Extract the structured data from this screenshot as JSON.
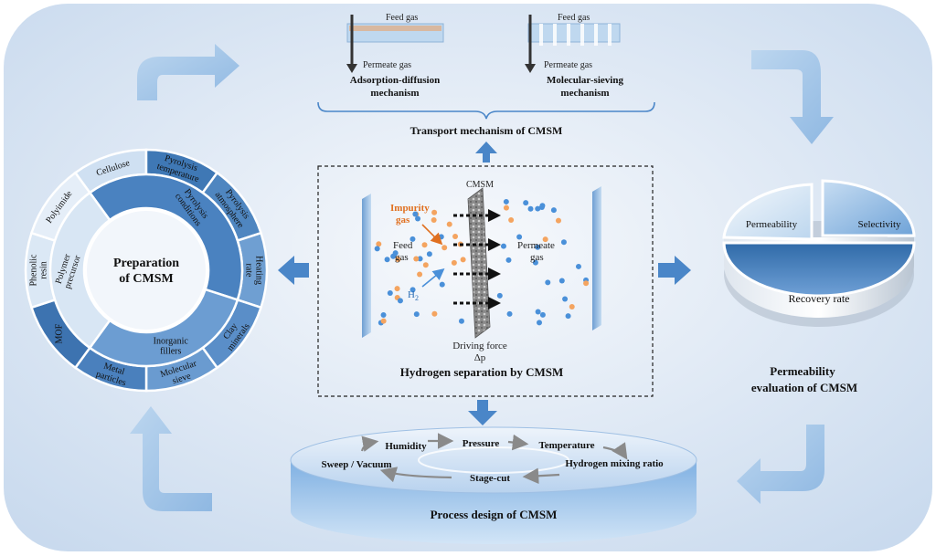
{
  "center": {
    "title": "Hydrogen separation by CMSM",
    "membrane_label": "CMSM",
    "impurity_label": [
      "Impurity",
      "gas"
    ],
    "feed_label": [
      "Feed",
      "gas"
    ],
    "permeate_label": [
      "Permeate",
      "gas"
    ],
    "h2_label": "H",
    "h2_sub": "2",
    "driving_label": "Driving force",
    "delta_p": "Δp"
  },
  "transport": {
    "title": "Transport mechanism of CMSM",
    "left": {
      "feed": "Feed gas",
      "permeate": "Permeate gas",
      "name": [
        "Adsorption-diffusion",
        "mechanism"
      ]
    },
    "right": {
      "feed": "Feed gas",
      "permeate": "Permeate gas",
      "name": [
        "Molecular-sieving",
        "mechanism"
      ]
    }
  },
  "preparation": {
    "center": [
      "Preparation",
      "of CMSM"
    ],
    "middle": {
      "polymer": [
        "Polymer",
        "precursor"
      ],
      "pyrolysis": [
        "Pyrolysis",
        "conditions"
      ],
      "fillers": [
        "Inorganic",
        "fillers"
      ]
    },
    "outer": [
      {
        "lines": [
          "Cellulose"
        ]
      },
      {
        "lines": [
          "Pyrolysis",
          "temperature"
        ]
      },
      {
        "lines": [
          "Pyrolysis",
          "atmosphere"
        ]
      },
      {
        "lines": [
          "Heating",
          "rate"
        ]
      },
      {
        "lines": [
          "Clay",
          "minerals"
        ]
      },
      {
        "lines": [
          "Molecular",
          "sieve"
        ]
      },
      {
        "lines": [
          "Metal",
          "particles"
        ]
      },
      {
        "lines": [
          "MOF"
        ]
      },
      {
        "lines": [
          "Phenolic",
          "resin"
        ]
      },
      {
        "lines": [
          "Polyimide"
        ]
      }
    ]
  },
  "evaluation": {
    "title": [
      "Permeability",
      "evaluation of CMSM"
    ],
    "slices": [
      "Permeability",
      "Selectivity",
      "Recovery rate"
    ]
  },
  "process": {
    "title": "Process design of CMSM",
    "items": [
      "Humidity",
      "Pressure",
      "Temperature",
      "Hydrogen mixing ratio",
      "Stage-cut",
      "Sweep / Vacuum"
    ]
  },
  "colors": {
    "background": "#dfe8f4",
    "dark_blue": "#2f6aa8",
    "mid_blue": "#5b93c9",
    "light_blue": "#a9c9ea",
    "orange": "#f4a460",
    "blue_dot": "#4a90d9"
  }
}
